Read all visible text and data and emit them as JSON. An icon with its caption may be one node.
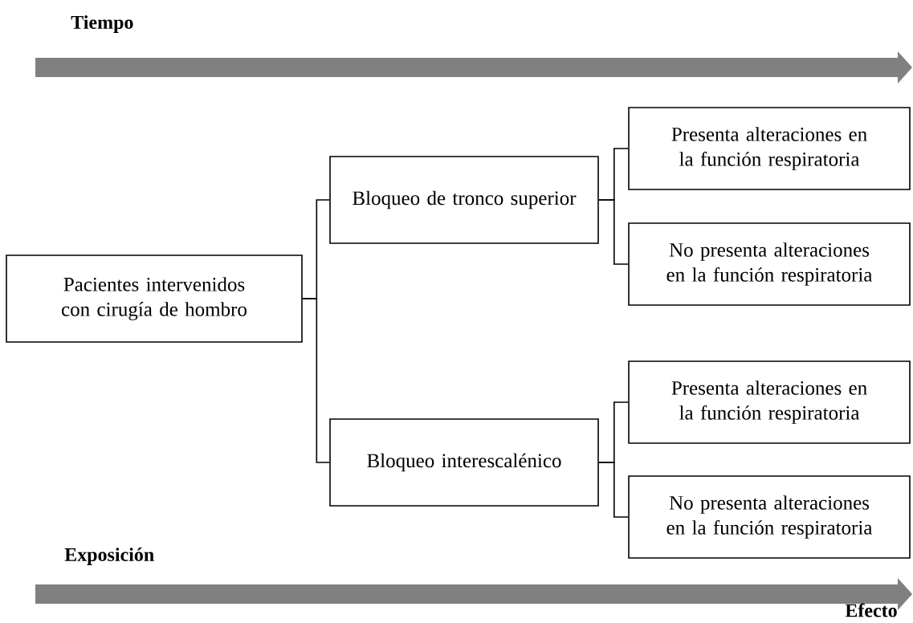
{
  "diagram": {
    "nodes": [
      {
        "text": [
          "Pacientes intervenidos con cirugía de hombro"
        ]
      },
      {
        "text": [
          "Bloqueo de tronco superior"
        ]
      },
      {
        "text": [
          "Bloqueo interescalénico"
        ]
      },
      {
        "text": [
          "Presenta alteraciones en la función respiratoria"
        ]
      },
      {
        "text": [
          "No presenta alteraciones en la función respiratoria"
        ]
      },
      {
        "text": [
          "Presenta alteraciones en la función respiratoria"
        ]
      },
      {
        "text": [
          "No presenta alteraciones en la función respiratoria"
        ]
      }
    ],
    "edges": [
      {
        "from": 0,
        "to": 1,
        "arrow": "none"
      },
      {
        "from": 0,
        "to": 2,
        "arrow": "none"
      },
      {
        "from": 1,
        "to": 3,
        "arrow": "none"
      },
      {
        "from": 1,
        "to": 4,
        "arrow": "none"
      },
      {
        "from": 2,
        "to": 5,
        "arrow": "none"
      },
      {
        "from": 2,
        "to": 6,
        "arrow": "none"
      }
    ],
    "labels": [
      "Tiempo",
      "Exposición",
      "Efecto"
    ]
  }
}
